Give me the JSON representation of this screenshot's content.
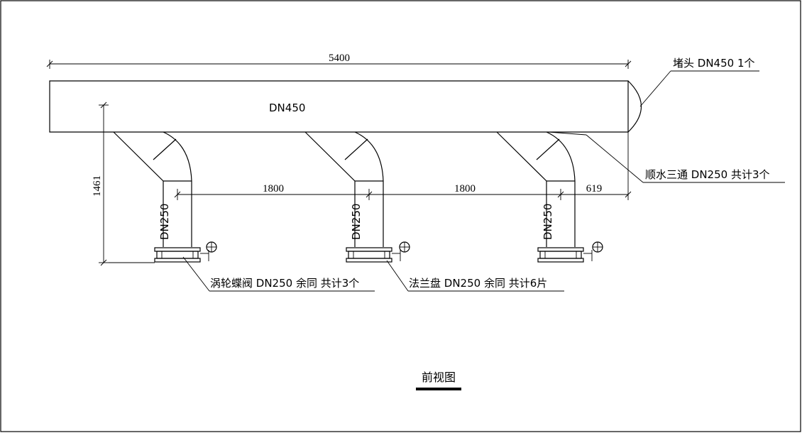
{
  "dimensions": {
    "overall_length": "5400",
    "height": "1461",
    "spacing_1": "1800",
    "spacing_2": "1800",
    "end_offset": "619"
  },
  "pipes": {
    "main_size": "DN450",
    "branch_size": "DN250"
  },
  "callouts": {
    "end_cap": "堵头 DN450 1个",
    "tee": "顺水三通 DN250 共计3个",
    "valve": "涡轮蝶阀 DN250 余同 共计3个",
    "flange": "法兰盘 DN250 余同 共计6片"
  },
  "view_title": "前视图"
}
